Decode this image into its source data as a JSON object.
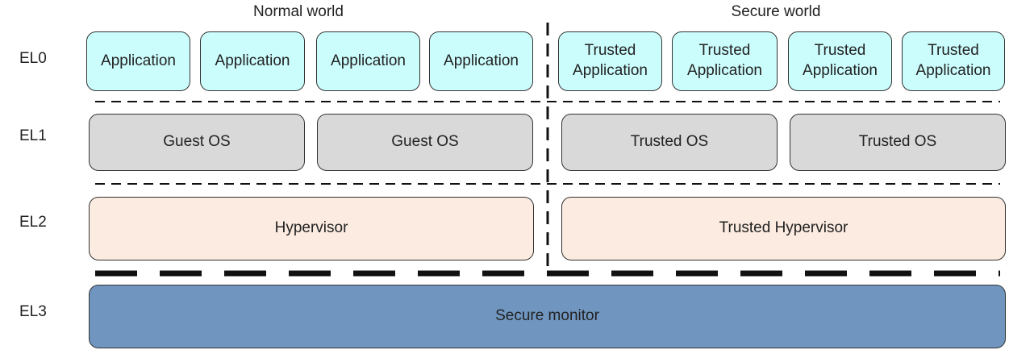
{
  "worlds": {
    "normal": "Normal world",
    "secure": "Secure world"
  },
  "levels": [
    "EL0",
    "EL1",
    "EL2",
    "EL3"
  ],
  "el0": {
    "normal_apps": [
      "Application",
      "Application",
      "Application",
      "Application"
    ],
    "secure_apps": [
      "Trusted\nApplication",
      "Trusted\nApplication",
      "Trusted\nApplication",
      "Trusted\nApplication"
    ]
  },
  "el1": {
    "normal_os": [
      "Guest OS",
      "Guest OS"
    ],
    "secure_os": [
      "Trusted OS",
      "Trusted OS"
    ]
  },
  "el2": {
    "normal": "Hypervisor",
    "secure": "Trusted Hypervisor"
  },
  "el3": {
    "monitor": "Secure monitor"
  },
  "colors": {
    "application": "#ccfdfd",
    "os": "#d9d9d9",
    "hypervisor": "#fbebe0",
    "monitor": "#7096c0",
    "border": "#333333"
  }
}
